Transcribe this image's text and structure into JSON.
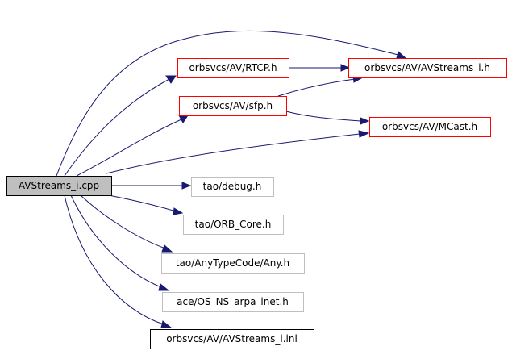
{
  "diagram": {
    "nodes": [
      {
        "id": "main",
        "label": "AVStreams_i.cpp",
        "kind": "source",
        "fill": "#bfbfbf",
        "stroke": "#000000"
      },
      {
        "id": "rtcp",
        "label": "orbsvcs/AV/RTCP.h",
        "kind": "documented",
        "fill": "#ffffff",
        "stroke": "#ff0000"
      },
      {
        "id": "avstreams_h",
        "label": "orbsvcs/AV/AVStreams_i.h",
        "kind": "documented",
        "fill": "#ffffff",
        "stroke": "#ff0000"
      },
      {
        "id": "sfp",
        "label": "orbsvcs/AV/sfp.h",
        "kind": "documented",
        "fill": "#ffffff",
        "stroke": "#ff0000"
      },
      {
        "id": "mcast",
        "label": "orbsvcs/AV/MCast.h",
        "kind": "documented",
        "fill": "#ffffff",
        "stroke": "#ff0000"
      },
      {
        "id": "debug",
        "label": "tao/debug.h",
        "kind": "external",
        "fill": "#ffffff",
        "stroke": "#bfbfbf"
      },
      {
        "id": "orbcore",
        "label": "tao/ORB_Core.h",
        "kind": "external",
        "fill": "#ffffff",
        "stroke": "#bfbfbf"
      },
      {
        "id": "any",
        "label": "tao/AnyTypeCode/Any.h",
        "kind": "external",
        "fill": "#ffffff",
        "stroke": "#bfbfbf"
      },
      {
        "id": "arpa",
        "label": "ace/OS_NS_arpa_inet.h",
        "kind": "external",
        "fill": "#ffffff",
        "stroke": "#bfbfbf"
      },
      {
        "id": "inl",
        "label": "orbsvcs/AV/AVStreams_i.inl",
        "kind": "plain",
        "fill": "#ffffff",
        "stroke": "#000000"
      }
    ],
    "edges": [
      {
        "from": "main",
        "to": "avstreams_h"
      },
      {
        "from": "main",
        "to": "rtcp"
      },
      {
        "from": "main",
        "to": "sfp"
      },
      {
        "from": "main",
        "to": "mcast"
      },
      {
        "from": "main",
        "to": "debug"
      },
      {
        "from": "main",
        "to": "orbcore"
      },
      {
        "from": "main",
        "to": "any"
      },
      {
        "from": "main",
        "to": "arpa"
      },
      {
        "from": "main",
        "to": "inl"
      },
      {
        "from": "rtcp",
        "to": "avstreams_h"
      },
      {
        "from": "sfp",
        "to": "avstreams_h"
      },
      {
        "from": "sfp",
        "to": "mcast"
      }
    ],
    "edge_color": "#191970"
  }
}
